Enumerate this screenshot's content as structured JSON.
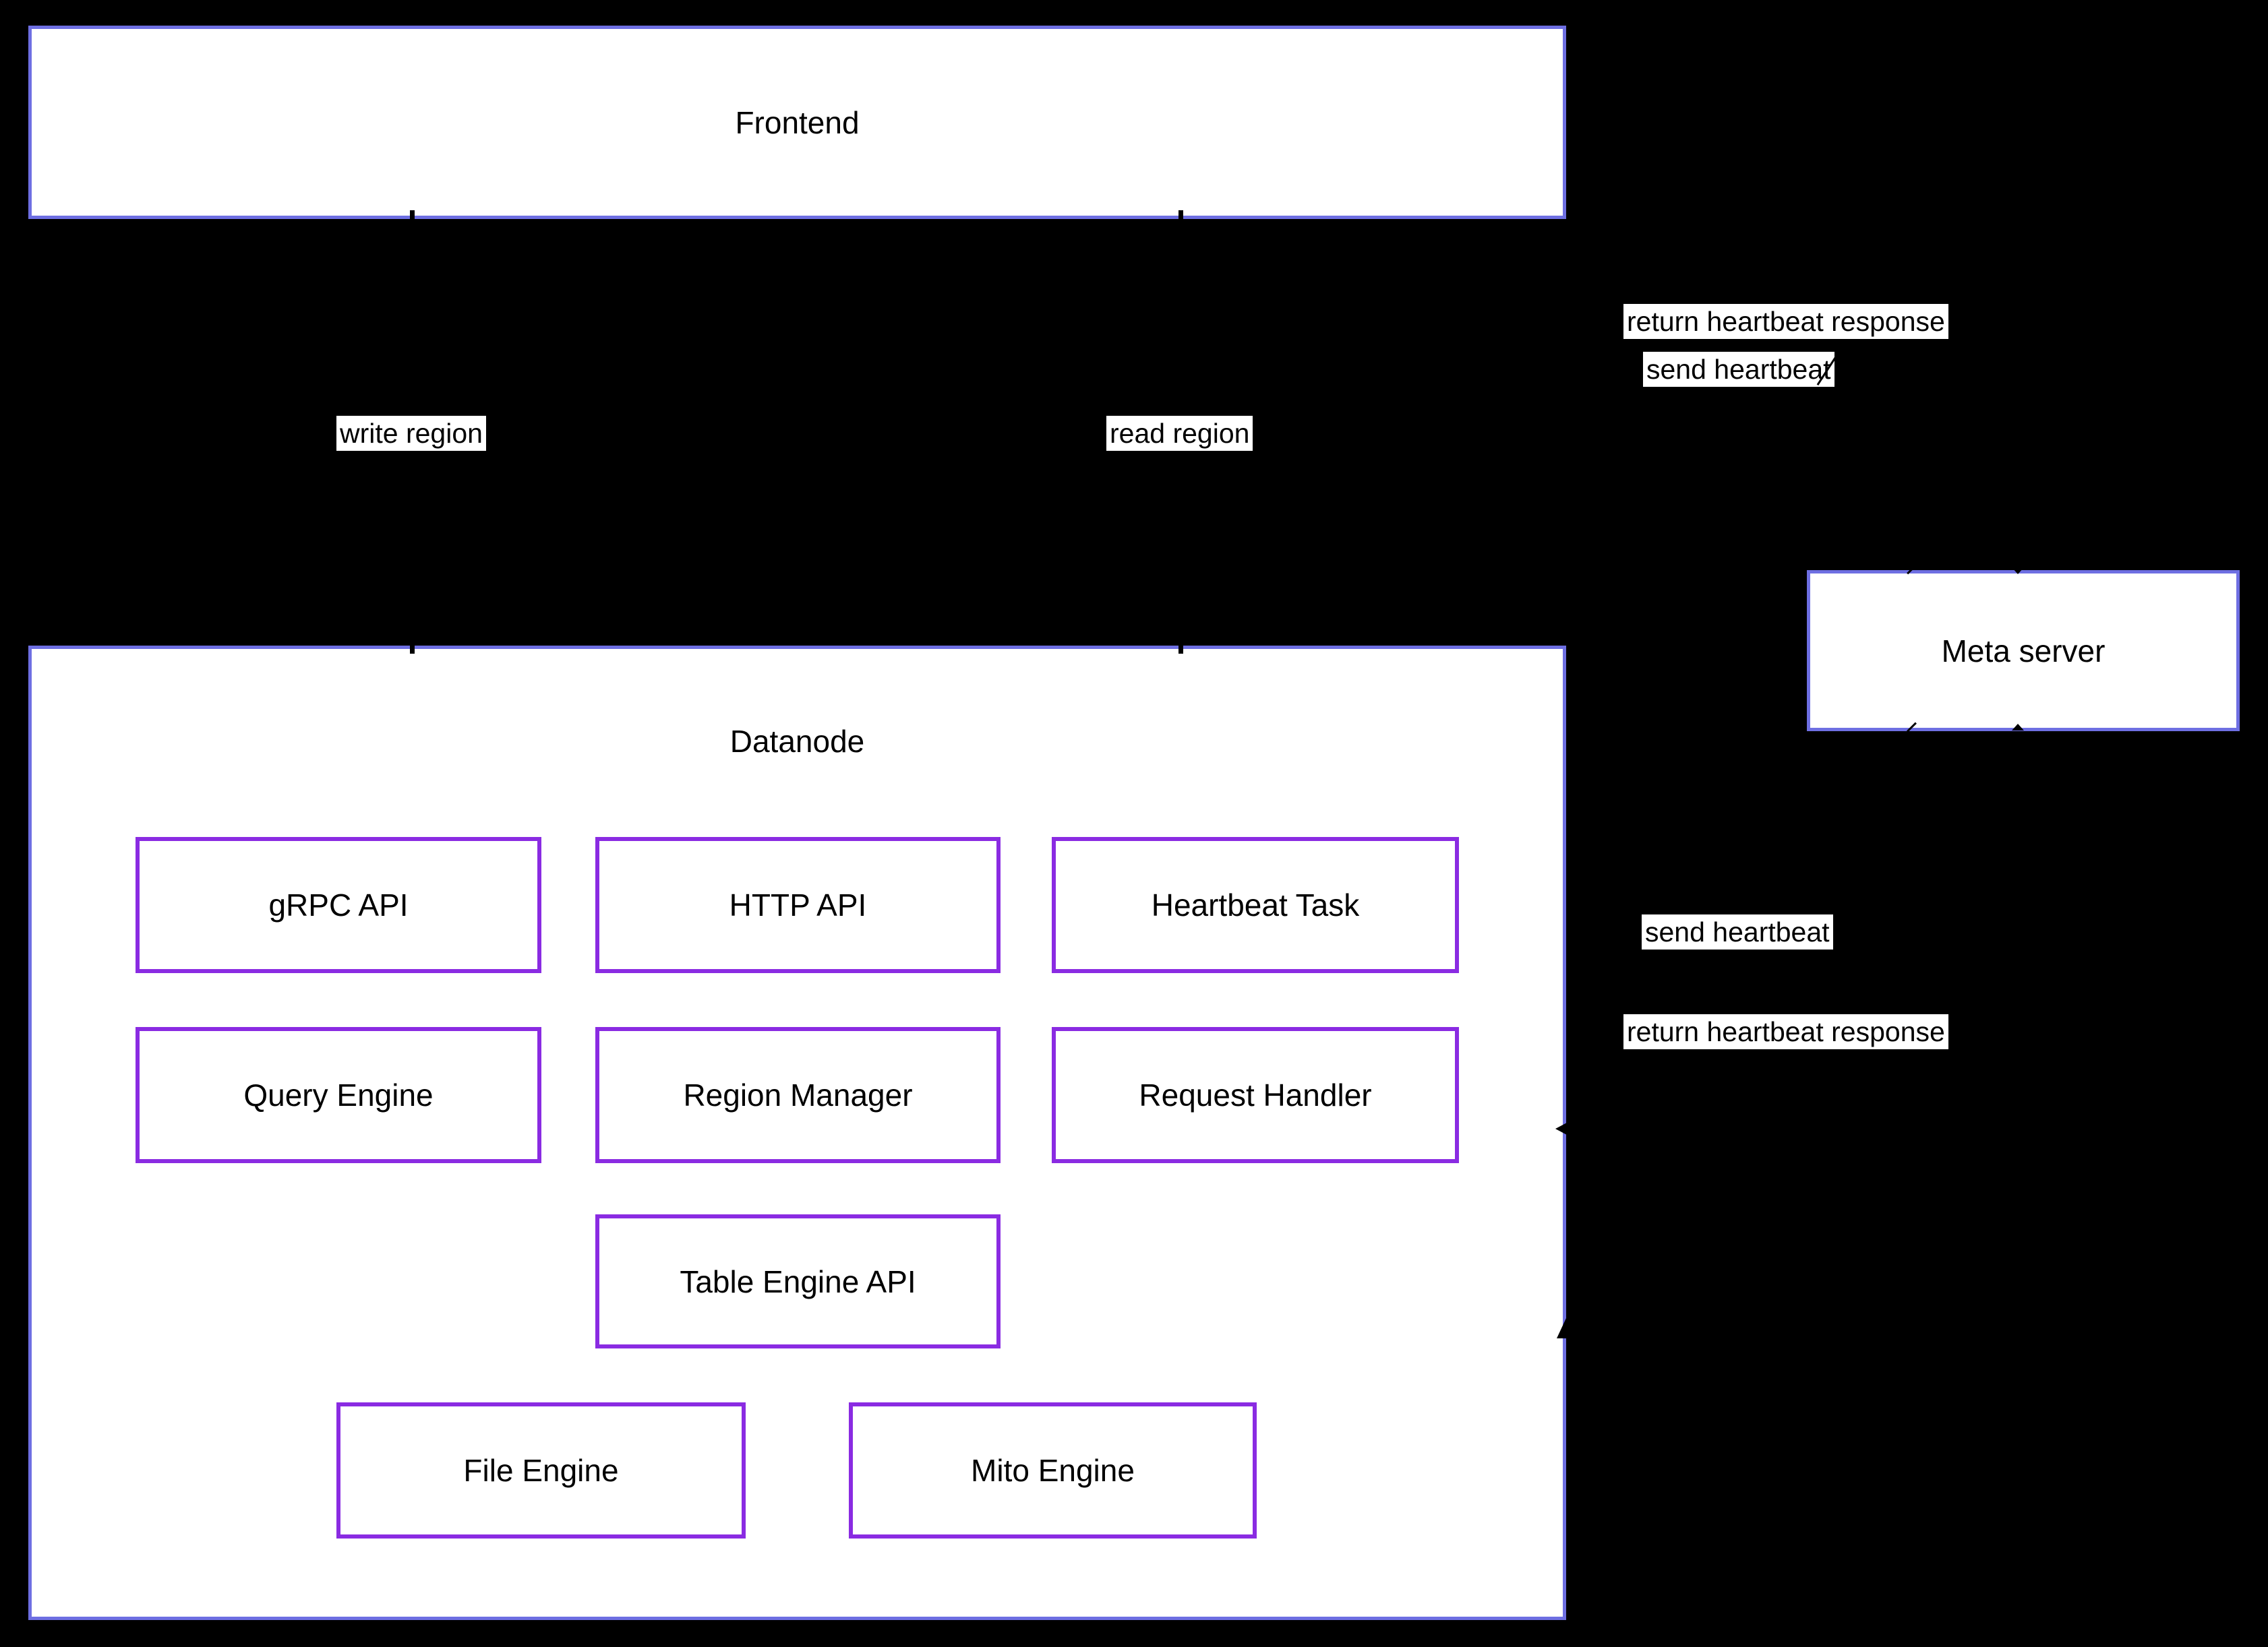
{
  "nodes": {
    "frontend": {
      "label": "Frontend"
    },
    "datanode": {
      "label": "Datanode"
    },
    "meta_server": {
      "label": "Meta server"
    },
    "grpc_api": {
      "label": "gRPC API"
    },
    "http_api": {
      "label": "HTTP API"
    },
    "heartbeat_task": {
      "label": "Heartbeat Task"
    },
    "query_engine": {
      "label": "Query Engine"
    },
    "region_manager": {
      "label": "Region Manager"
    },
    "request_handler": {
      "label": "Request Handler"
    },
    "table_engine_api": {
      "label": "Table Engine API"
    },
    "file_engine": {
      "label": "File Engine"
    },
    "mito_engine": {
      "label": "Mito Engine"
    }
  },
  "edge_labels": {
    "return_heartbeat_top": {
      "label": "return heartbeat response"
    },
    "send_heartbeat_top": {
      "label": "send heartbeat"
    },
    "write_region": {
      "label": "write region"
    },
    "read_region": {
      "label": "read region"
    },
    "send_heartbeat_mid": {
      "label": "send heartbeat"
    },
    "return_heartbeat_mid": {
      "label": "return heartbeat response"
    }
  },
  "colors": {
    "background": "#000000",
    "outer_border": "#6e6fe2",
    "inner_border": "#8a2be2",
    "box_fill": "#ffffff",
    "label_bg": "#ffffff",
    "text": "#000000"
  }
}
